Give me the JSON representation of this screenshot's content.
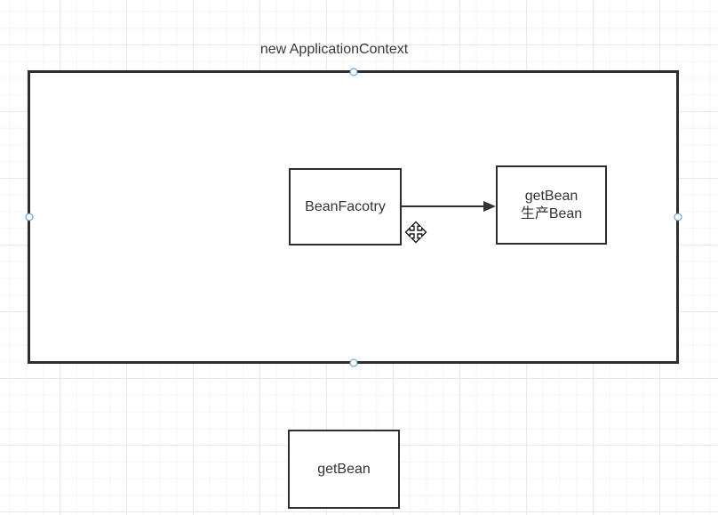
{
  "canvas": {
    "background": "#ffffff",
    "grid_minor_color": "#f4f4f4",
    "grid_major_color": "#e8e8e8"
  },
  "diagram": {
    "container": {
      "label": "new ApplicationContext",
      "border_color": "#2e2e2e",
      "fill": "#ffffff",
      "handle_color": "#4a90d5"
    },
    "nodes": [
      {
        "id": "bean-factory",
        "label": "BeanFacotry"
      },
      {
        "id": "get-bean-produce",
        "label_lines": [
          "getBean",
          "生产Bean"
        ]
      },
      {
        "id": "get-bean",
        "label": "getBean"
      }
    ],
    "edge": {
      "from": "bean-factory",
      "to": "get-bean-produce",
      "color": "#333333"
    },
    "icons": {
      "move_cursor": "move-cursor-icon"
    }
  }
}
